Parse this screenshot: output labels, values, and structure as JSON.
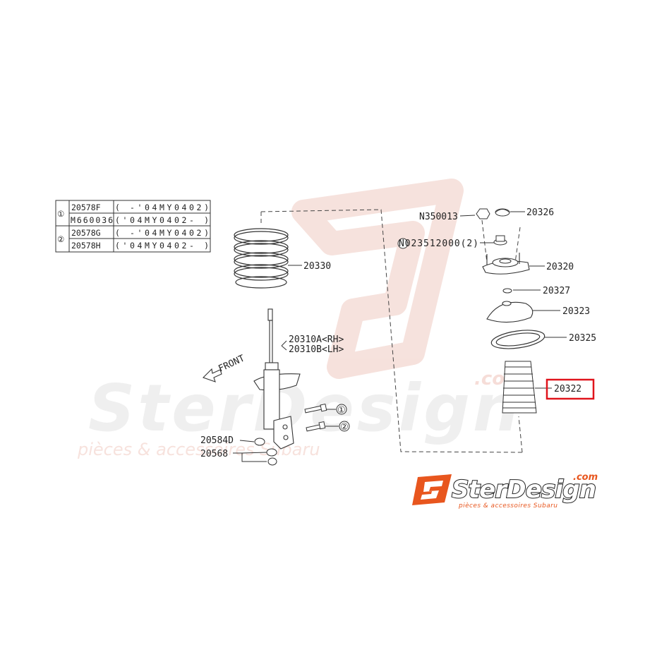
{
  "watermark": {
    "brand": "SterDesign",
    "domain": ".com",
    "tagline": "pièces & accessoires Subaru",
    "color": "#f3d6d0"
  },
  "logo": {
    "brand": "SterDesign",
    "domain": ".com",
    "tagline": "pièces & accessoires Subaru",
    "accent": "#e8561e",
    "dark": "#222222"
  },
  "table": {
    "rows": [
      {
        "group": "①",
        "part": "20578F",
        "range": "(    -'04MY0402)"
      },
      {
        "group": "",
        "part": "M660036",
        "range": "('04MY0402-      )"
      },
      {
        "group": "②",
        "part": "20578G",
        "range": "(    -'04MY0402)"
      },
      {
        "group": "",
        "part": "20578H",
        "range": "('04MY0402-      )"
      }
    ]
  },
  "callouts": {
    "coil_spring": "20330",
    "strut_rh": "20310A<RH>",
    "strut_lh": "20310B<LH>",
    "front": "FRONT",
    "bolt1": "①",
    "bolt2": "②",
    "nut_small": "20584D",
    "nut_lower": "20568",
    "nut_top": "N350013",
    "cap": "20326",
    "nut_flange": "N023512000(2)",
    "mount": "20320",
    "washer": "20327",
    "spring_seat": "20323",
    "rubber_seat": "20325",
    "dust_boot": "20322"
  },
  "highlight": {
    "target": "dust_boot",
    "color": "#e0141c"
  }
}
